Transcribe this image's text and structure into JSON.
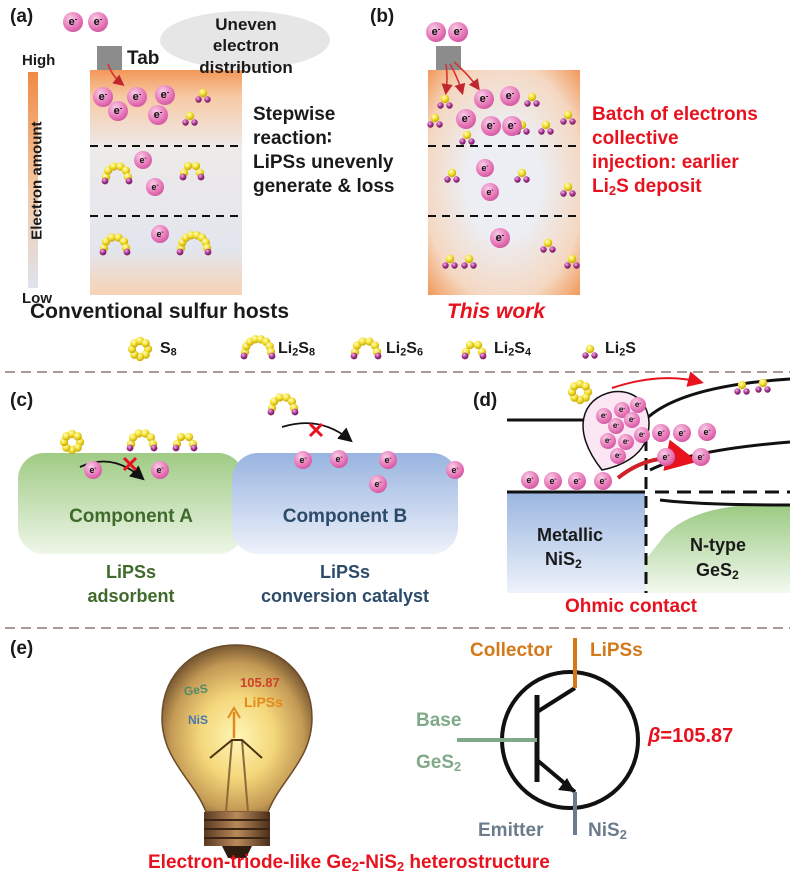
{
  "panels": {
    "a": "(a)",
    "b": "(b)",
    "c": "(c)",
    "d": "(d)",
    "e": "(e)"
  },
  "electron_label": "e",
  "electron_sup": "-",
  "panel_a": {
    "bubble": "Uneven electron distribution",
    "high": "High",
    "low": "Low",
    "tab": "Tab",
    "y_axis": "Electron amount",
    "desc_lines": [
      "Stepwise",
      "reaction∶",
      "LiPSs unevenly",
      "generate & loss"
    ],
    "caption": "Conventional sulfur hosts"
  },
  "panel_b": {
    "desc_lines": [
      "Batch of electrons",
      "collective",
      "injection: earlier"
    ],
    "desc_last_pre": "Li",
    "desc_last_sub": "2",
    "desc_last_post": "S deposit",
    "caption": "This work"
  },
  "legend": [
    {
      "pre": "S",
      "sub": "8",
      "post": ""
    },
    {
      "pre": "Li",
      "sub": "2",
      "post": "S",
      "sub2": "8"
    },
    {
      "pre": "Li",
      "sub": "2",
      "post": "S",
      "sub2": "6"
    },
    {
      "pre": "Li",
      "sub": "2",
      "post": "S",
      "sub2": "4"
    },
    {
      "pre": "Li",
      "sub": "2",
      "post": "S",
      "sub2": ""
    }
  ],
  "panel_c": {
    "comp_a": "Component A",
    "comp_b": "Component B",
    "label_a": [
      "LiPSs",
      "adsorbent"
    ],
    "label_b": [
      "LiPSs",
      "conversion catalyst"
    ]
  },
  "panel_d": {
    "metal_line1": "Metallic",
    "metal_pre": "NiS",
    "metal_sub": "2",
    "ntype_line1": "N-type",
    "ntype_pre": "GeS",
    "ntype_sub": "2",
    "contact": "Ohmic contact"
  },
  "panel_e": {
    "collector": "Collector",
    "collector_val": "LiPSs",
    "base": "Base",
    "base_pre": "GeS",
    "base_sub": "2",
    "emitter": "Emitter",
    "emitter_pre": "NiS",
    "emitter_sub": "2",
    "beta_sym": "β",
    "beta_val": "=105.87",
    "bulb_ge": "GeS",
    "bulb_ni": "NiS",
    "bulb_num": "105.87",
    "bulb_lipss": "LiPSs",
    "caption_pre": "Electron-triode-like Ge",
    "caption_sub1": "2",
    "caption_mid": "-NiS",
    "caption_sub2": "2",
    "caption_post": " heterostructure"
  },
  "colors": {
    "accent_red": "#e8121f",
    "electron_pink": "#e46fb1",
    "sulfur_yellow": "#f2e12a",
    "lithium_purple": "#a52d8c",
    "component_a_green": "#a9cf90",
    "component_b_blue": "#a6bde2",
    "collector_orange": "#d4791a",
    "base_green": "#7fa989",
    "emitter_slate": "#6d7c8c"
  }
}
